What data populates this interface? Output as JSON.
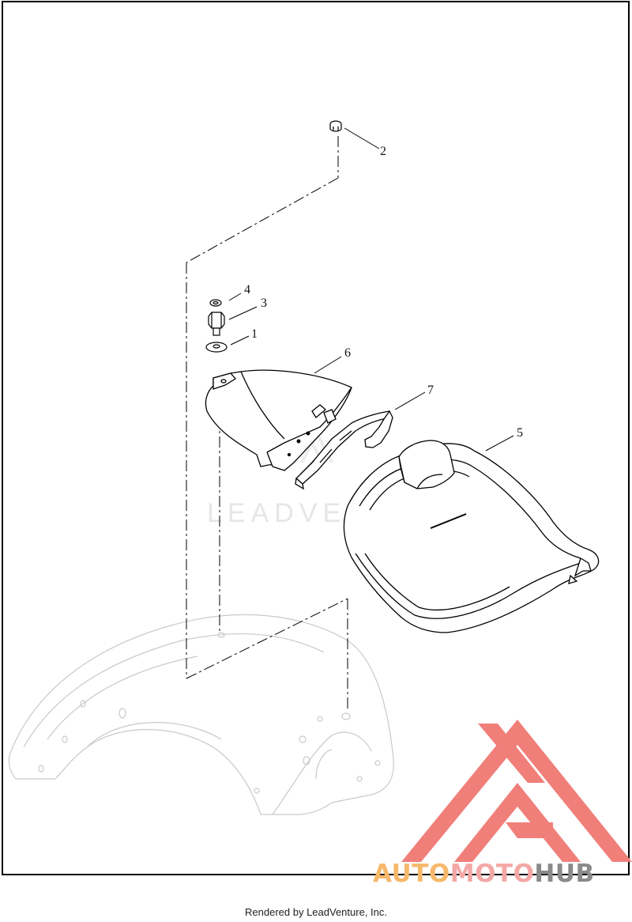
{
  "diagram": {
    "callouts": [
      {
        "id": "c1",
        "label": "1"
      },
      {
        "id": "c2",
        "label": "2"
      },
      {
        "id": "c3",
        "label": "3"
      },
      {
        "id": "c4",
        "label": "4"
      },
      {
        "id": "c5",
        "label": "5"
      },
      {
        "id": "c6",
        "label": "6"
      },
      {
        "id": "c7",
        "label": "7"
      }
    ]
  },
  "watermark": {
    "text": "LEADVENTURE"
  },
  "logo": {
    "part1": "AUTO",
    "part2": "MOTO",
    "part3": "HUB",
    "colors": {
      "triangle": "#f07f7a",
      "auto": "#f6b86a",
      "moto": "#f3a8a6",
      "hub": "#8a8a8a"
    }
  },
  "footer": {
    "text": "Rendered by LeadVenture, Inc."
  }
}
